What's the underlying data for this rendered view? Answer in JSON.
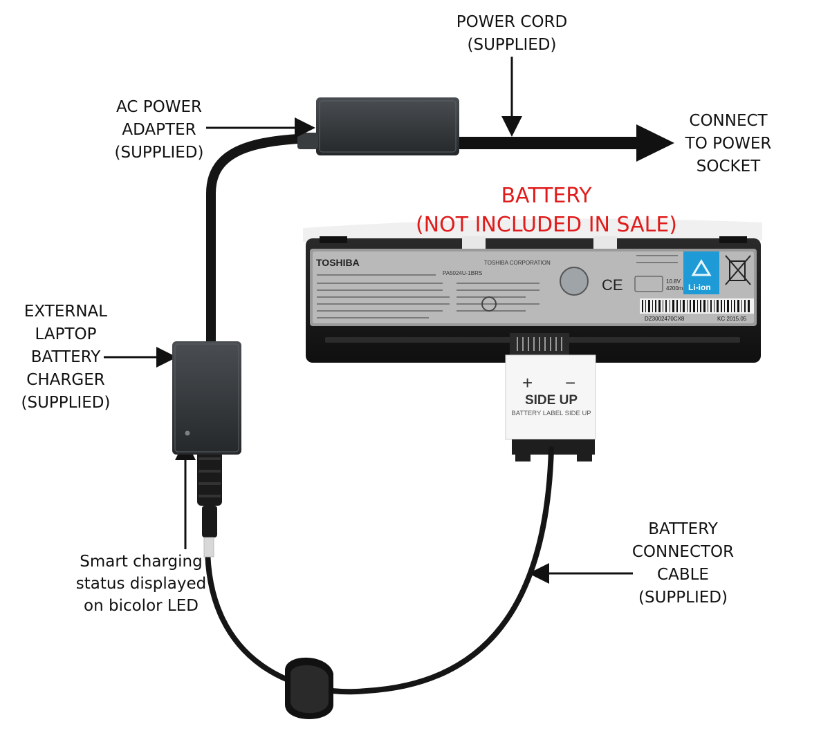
{
  "labels": {
    "power_cord": [
      "POWER CORD",
      "(SUPPLIED)"
    ],
    "ac_adapter": [
      "AC POWER",
      "ADAPTER",
      "(SUPPLIED)"
    ],
    "power_socket": [
      "CONNECT",
      "TO POWER",
      "SOCKET"
    ],
    "battery_title": [
      "BATTERY",
      "(NOT INCLUDED IN SALE)"
    ],
    "external_charger": [
      "EXTERNAL",
      "LAPTOP",
      "BATTERY",
      "CHARGER",
      "(SUPPLIED)"
    ],
    "connector_cable": [
      "BATTERY",
      "CONNECTOR",
      "CABLE",
      "(SUPPLIED)"
    ],
    "led_status": [
      "Smart charging",
      "status displayed",
      "on bicolor LED"
    ]
  },
  "battery": {
    "brand": "TOSHIBA",
    "brand_footer": "TOSHIBA CORPORATION",
    "part_number": "PA5024U-1BRS",
    "chemistry": "Li-ion",
    "voltage": "10.8V",
    "capacity": "4200mAh",
    "serial": "DZ3002470CX8",
    "date_code": "KC 2015.05",
    "ce_mark": "CE"
  },
  "connector": {
    "plus": "+",
    "minus": "−",
    "side_up": "SIDE UP",
    "label_side_up": "BATTERY LABEL SIDE UP"
  },
  "colors": {
    "label_text": "#111111",
    "warning_red": "#e01b1b",
    "device_body": "#3a3d3f",
    "cable": "#151515",
    "battery_body": "#1c1c1c",
    "li_ion_badge": "#1e9bd6"
  }
}
